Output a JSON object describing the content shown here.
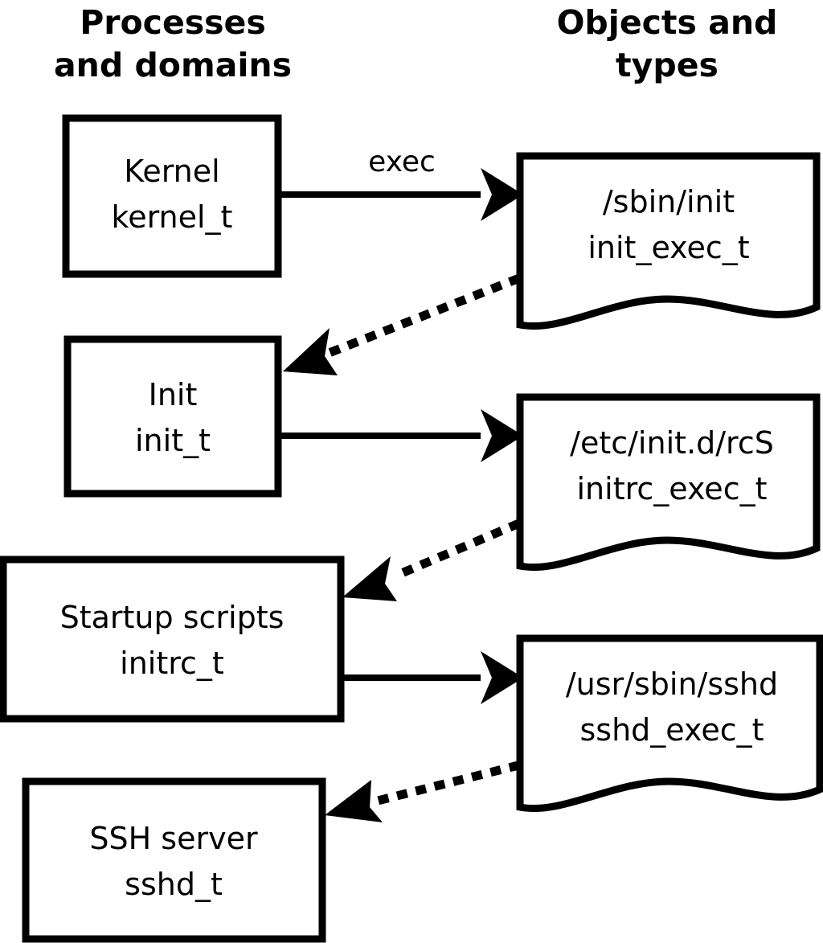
{
  "diagram": {
    "title_columns": [
      {
        "id": "processes",
        "line1": "Processes",
        "line2": "and domains"
      },
      {
        "id": "objects",
        "line1": "Objects and",
        "line2": "types"
      }
    ],
    "colors": {
      "background": "#ffffff",
      "stroke": "#000000",
      "text": "#000000"
    },
    "process_nodes": [
      {
        "id": "kernel",
        "line1": "Kernel",
        "line2": "kernel_t"
      },
      {
        "id": "init",
        "line1": "Init",
        "line2": "init_t"
      },
      {
        "id": "initrc",
        "line1": "Startup scripts",
        "line2": "initrc_t"
      },
      {
        "id": "sshd",
        "line1": "SSH server",
        "line2": "sshd_t"
      }
    ],
    "object_nodes": [
      {
        "id": "init_exec",
        "line1": "/sbin/init",
        "line2": "init_exec_t"
      },
      {
        "id": "initrc_exec",
        "line1": "/etc/init.d/rcS",
        "line2": "initrc_exec_t"
      },
      {
        "id": "sshd_exec",
        "line1": "/usr/sbin/sshd",
        "line2": "sshd_exec_t"
      }
    ],
    "edges": [
      {
        "id": "kernel-exec-init_exec",
        "from": "kernel",
        "to": "init_exec",
        "label": "exec",
        "style": "solid"
      },
      {
        "id": "init_exec-transition-init",
        "from": "init_exec",
        "to": "init",
        "label": "",
        "style": "dotted"
      },
      {
        "id": "init-exec-initrc_exec",
        "from": "init",
        "to": "initrc_exec",
        "label": "",
        "style": "solid"
      },
      {
        "id": "initrc_exec-transition-initrc",
        "from": "initrc_exec",
        "to": "initrc",
        "label": "",
        "style": "dotted"
      },
      {
        "id": "initrc-exec-sshd_exec",
        "from": "initrc",
        "to": "sshd_exec",
        "label": "",
        "style": "solid"
      },
      {
        "id": "sshd_exec-transition-sshd",
        "from": "sshd_exec",
        "to": "sshd",
        "label": "",
        "style": "dotted"
      }
    ]
  }
}
